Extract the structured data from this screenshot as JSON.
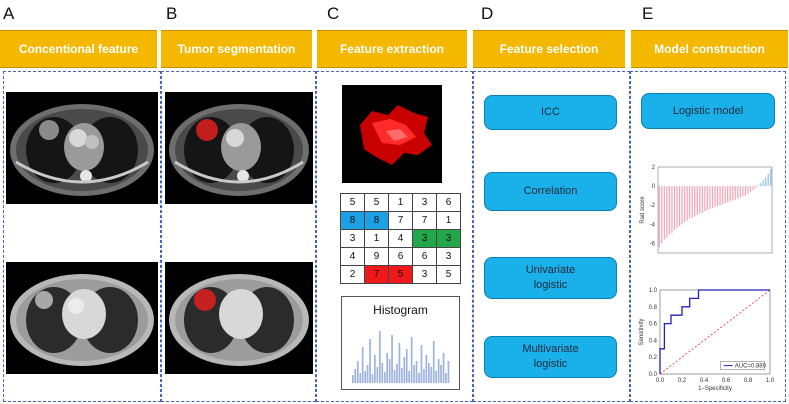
{
  "stages": [
    {
      "letter": "A",
      "title": "Concentional feature"
    },
    {
      "letter": "B",
      "title": "Tumor segmentation"
    },
    {
      "letter": "C",
      "title": "Feature extraction"
    },
    {
      "letter": "D",
      "title": "Feature selection"
    },
    {
      "letter": "E",
      "title": "Model construction"
    }
  ],
  "matrix": [
    [
      "5",
      "5",
      "1",
      "3",
      "6"
    ],
    [
      "8",
      "8",
      "7",
      "7",
      "1"
    ],
    [
      "3",
      "1",
      "4",
      "3",
      "3"
    ],
    [
      "4",
      "9",
      "6",
      "6",
      "3"
    ],
    [
      "2",
      "7",
      "5",
      "3",
      "5"
    ]
  ],
  "matrix_highlight_colors": {
    "blue": "#1ea0e6",
    "green": "#22a84a",
    "red": "#f01818"
  },
  "histogram_label": "Histogram",
  "selection_steps": [
    "ICC",
    "Correlation",
    "Univariate logistic",
    "Multivariate logistic"
  ],
  "model_label": "Logistic model",
  "chart_data": [
    {
      "type": "bar",
      "ylabel": "Rad score",
      "ylim": [
        -7,
        2
      ],
      "yticks": [
        "2",
        "0",
        "-2",
        "-4",
        "-6"
      ],
      "series": [
        {
          "values": [
            -6.4,
            -6.0,
            -5.6,
            -5.4,
            -5.1,
            -4.9,
            -4.6,
            -4.4,
            -4.2,
            -4.0,
            -3.8,
            -3.6,
            -3.4,
            -3.3,
            -3.2,
            -3.0,
            -2.9,
            -2.8,
            -2.6,
            -2.5,
            -2.4,
            -2.3,
            -2.2,
            -2.1,
            -2.0,
            -1.9,
            -1.8,
            -1.7,
            -1.6,
            -1.5,
            -1.4,
            -1.3,
            -1.2,
            -1.1,
            -1.0,
            -0.8,
            -0.6,
            -0.4,
            -0.2,
            0.1,
            0.3,
            0.6,
            0.9,
            1.3,
            1.8
          ]
        }
      ]
    },
    {
      "type": "line",
      "xlabel": "1–Specificity",
      "ylabel": "Sensitivity",
      "xticks": [
        "0.0",
        "0.2",
        "0.4",
        "0.6",
        "0.8",
        "1.0"
      ],
      "yticks": [
        "1.0",
        "0.8",
        "0.6",
        "0.4",
        "0.2",
        "0.0"
      ],
      "legend": "AUC=0.880",
      "series": [
        {
          "x": [
            0,
            0,
            0.04,
            0.04,
            0.1,
            0.1,
            0.2,
            0.2,
            0.27,
            0.27,
            0.35,
            0.35,
            0.52,
            0.52,
            1.0
          ],
          "y": [
            0,
            0.3,
            0.3,
            0.6,
            0.6,
            0.7,
            0.7,
            0.8,
            0.8,
            0.9,
            0.9,
            1.0,
            1.0,
            1.0,
            1.0
          ]
        }
      ]
    }
  ]
}
